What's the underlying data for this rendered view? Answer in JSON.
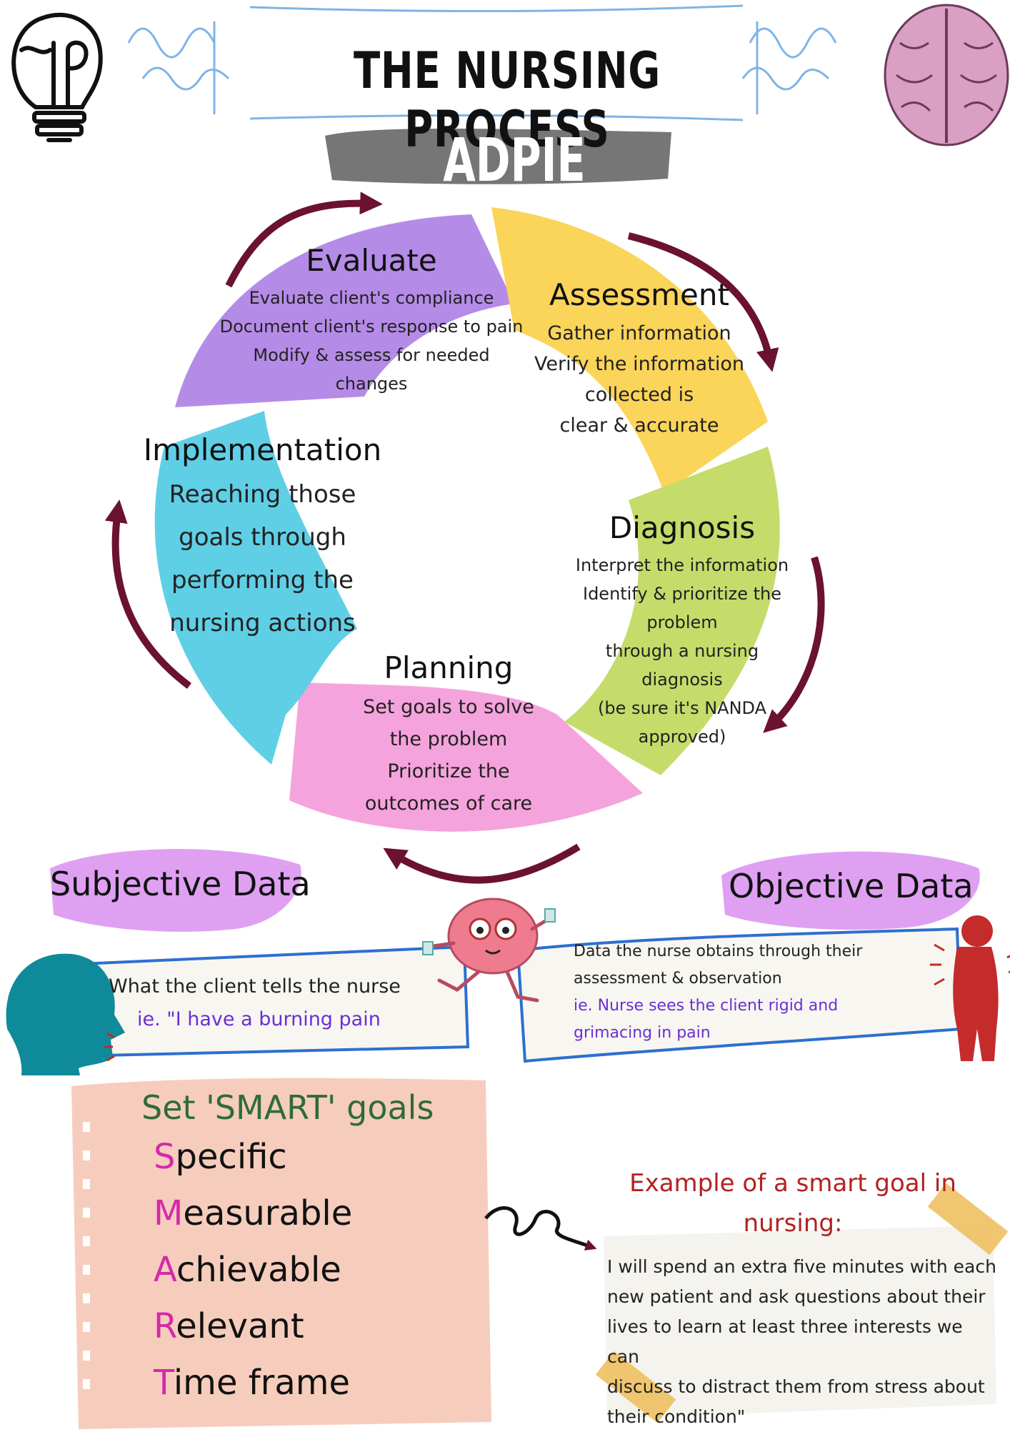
{
  "header": {
    "title": "THE NURSING PROCESS",
    "subtitle": "ADPIE"
  },
  "cycle": {
    "evaluate": {
      "title": "Evaluate",
      "lines": [
        "Evaluate client's compliance",
        "Document client's response to pain",
        "Modify & assess for needed",
        "changes"
      ]
    },
    "assessment": {
      "title": "Assessment",
      "lines": [
        "Gather information",
        "Verify the information",
        "collected is",
        "clear & accurate"
      ]
    },
    "diagnosis": {
      "title": "Diagnosis",
      "lines": [
        "Interpret the information",
        "Identify & prioritize the",
        "problem",
        "through a nursing",
        "diagnosis",
        "(be sure it's NANDA",
        "approved)"
      ]
    },
    "planning": {
      "title": "Planning",
      "lines": [
        "Set goals to solve",
        "the problem",
        "Prioritize the",
        "outcomes of care"
      ]
    },
    "implementation": {
      "title": "Implementation",
      "lines": [
        "Reaching those",
        "goals through",
        "performing the",
        "nursing actions"
      ]
    }
  },
  "subjective": {
    "heading": "Subjective Data",
    "text": "What the client tells the nurse",
    "example": "ie. \"I have a burning pain"
  },
  "objective": {
    "heading": "Objective Data",
    "lines": [
      "Data the nurse obtains through their",
      "assessment & observation"
    ],
    "example_lines": [
      "ie. Nurse sees the client rigid and",
      "grimacing in pain"
    ]
  },
  "smart": {
    "title": "Set 'SMART' goals",
    "items": [
      {
        "letter": "S",
        "rest": "pecific"
      },
      {
        "letter": "M",
        "rest": "easurable"
      },
      {
        "letter": "A",
        "rest": "chievable"
      },
      {
        "letter": "R",
        "rest": "elevant"
      },
      {
        "letter": "T",
        "rest": "ime frame"
      }
    ]
  },
  "example": {
    "title_lines": [
      "Example of a smart goal in",
      "nursing:"
    ],
    "lines": [
      "I will spend an extra five minutes with each",
      "new patient and ask questions about their",
      "lives to learn at least three interests we can",
      "discuss to distract them from stress about",
      "their condition\""
    ]
  },
  "colors": {
    "evaluate": "#b58be8",
    "assessment": "#fbd45a",
    "diagnosis": "#c5dc6a",
    "planning": "#f5a3dc",
    "implementation": "#5fcfe6",
    "arrow": "#6b1132",
    "smart_panel": "#f6cdbd",
    "brain": "#d9a0c4",
    "heading_brush": "#d98ff0"
  }
}
